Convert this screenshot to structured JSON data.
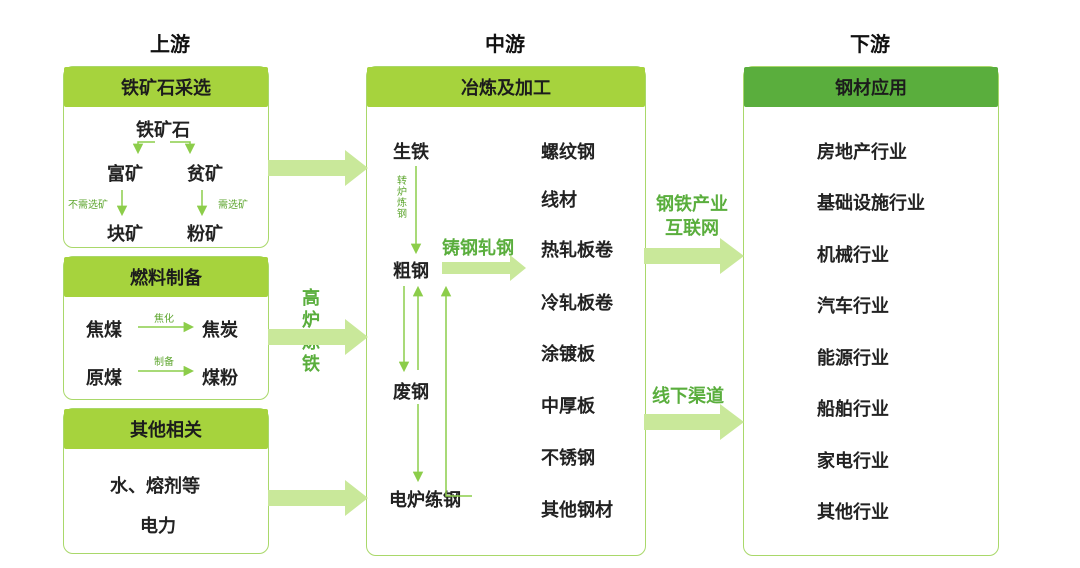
{
  "columns": {
    "upstream": "上游",
    "midstream": "中游",
    "downstream": "下游"
  },
  "upstream": {
    "ore": {
      "header": "铁矿石采选",
      "top": "铁矿石",
      "rich": "富矿",
      "poor": "贫矿",
      "no_dressing": "不需选矿",
      "need_dressing": "需选矿",
      "lump": "块矿",
      "fines": "粉矿"
    },
    "fuel": {
      "header": "燃料制备",
      "coking_coal": "焦煤",
      "coking": "焦化",
      "coke": "焦炭",
      "raw_coal": "原煤",
      "prepare": "制备",
      "coal_powder": "煤粉"
    },
    "other": {
      "header": "其他相关",
      "water_flux": "水、熔剂等",
      "power": "电力"
    },
    "blast_furnace_label": "高炉炼铁"
  },
  "midstream": {
    "header": "冶炼及加工",
    "pig_iron": "生铁",
    "converter": "转炉炼钢",
    "crude_steel": "粗钢",
    "casting_rolling": "铸钢轧钢",
    "scrap_steel": "废钢",
    "eaf": "电炉练钢",
    "products": [
      "螺纹钢",
      "线材",
      "热轧板卷",
      "冷轧板卷",
      "涂镀板",
      "中厚板",
      "不锈钢",
      "其他钢材"
    ]
  },
  "channels": {
    "internet": "钢铁产业互联网",
    "offline": "线下渠道"
  },
  "downstream": {
    "header": "钢材应用",
    "industries": [
      "房地产行业",
      "基础设施行业",
      "机械行业",
      "汽车行业",
      "能源行业",
      "船舶行业",
      "家电行业",
      "其他行业"
    ]
  },
  "colors": {
    "lime": "#a6d33d",
    "green": "#5aae3d",
    "border": "#a9d86a",
    "arrow": "#c9e89a"
  }
}
